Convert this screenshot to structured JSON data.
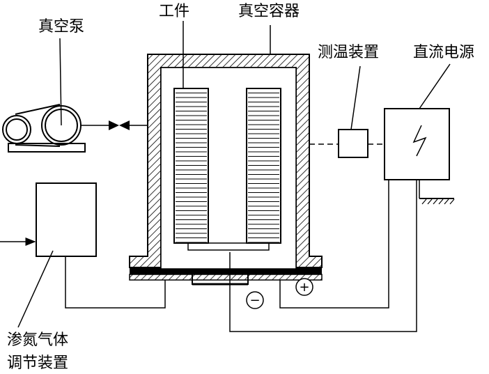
{
  "labels": {
    "vacuum_pump": "真空泵",
    "workpiece": "工件",
    "vacuum_vessel": "真空容器",
    "temp_measure": "测温装置",
    "dc_power": "直流电源",
    "gas_regulator_line1": "渗氮气体",
    "gas_regulator_line2": "调节装置"
  },
  "terminals": {
    "negative": "−",
    "positive": "+"
  },
  "colors": {
    "stroke": "#000000",
    "background": "#ffffff"
  },
  "icons": {
    "power_symbol": "lightning-icon",
    "valve": "bowtie-valve-icon",
    "ground": "ground-icon"
  }
}
